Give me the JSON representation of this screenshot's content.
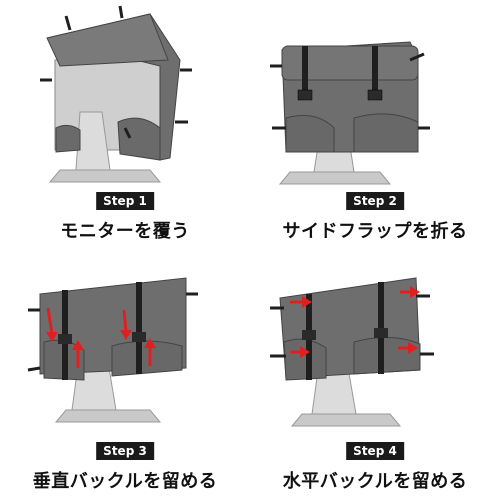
{
  "steps": [
    {
      "badge": "Step 1",
      "caption": "モニターを覆う",
      "icon": "cover-drape-icon"
    },
    {
      "badge": "Step 2",
      "caption": "サイドフラップを折る",
      "icon": "fold-flaps-icon"
    },
    {
      "badge": "Step 3",
      "caption": "垂直バックルを留める",
      "icon": "vertical-buckle-icon"
    },
    {
      "badge": "Step 4",
      "caption": "水平バックルを留める",
      "icon": "horizontal-buckle-icon"
    }
  ],
  "colors": {
    "cover": "#6e6e6e",
    "cover_dark": "#555555",
    "strap": "#1f1f1f",
    "monitor": "#cfcfcf",
    "stand": "#d9d9d9",
    "arrow": "#e02020",
    "badge_bg": "#1a1a1a"
  }
}
